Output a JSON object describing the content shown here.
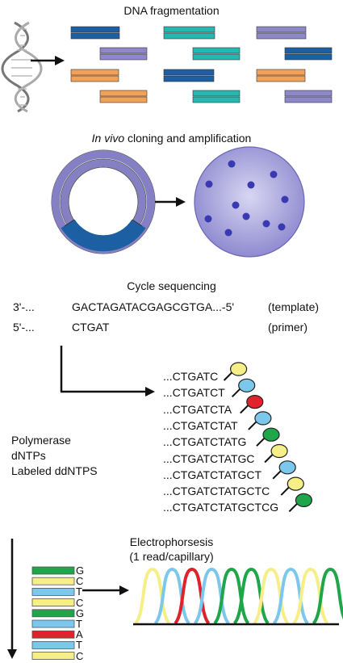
{
  "sections": {
    "fragmentation": {
      "title": "DNA fragmentation"
    },
    "cloning": {
      "title_italic": "In vivo",
      "title_rest": " cloning and amplification"
    },
    "cycle": {
      "title": "Cycle sequencing",
      "template": {
        "prefix": "3'-...",
        "seq": "GACTAGATACGAGCGTGA...-5'",
        "tag": "(template)"
      },
      "primer": {
        "prefix": "5'-...",
        "seq": "CTGAT",
        "tag": "(primer)"
      },
      "reagents": [
        "Polymerase",
        "dNTPs",
        "Labeled ddNTPS"
      ],
      "products": [
        {
          "seq": "...CTGATC",
          "dye": "yellow"
        },
        {
          "seq": "...CTGATCT",
          "dye": "blue"
        },
        {
          "seq": "...CTGATCTA",
          "dye": "red"
        },
        {
          "seq": "...CTGATCTAT",
          "dye": "blue"
        },
        {
          "seq": "...CTGATCTATG",
          "dye": "green"
        },
        {
          "seq": "...CTGATCTATGC",
          "dye": "yellow"
        },
        {
          "seq": "...CTGATCTATGCT",
          "dye": "blue"
        },
        {
          "seq": "...CTGATCTATGCTC",
          "dye": "yellow"
        },
        {
          "seq": "...CTGATCTATGCTCG",
          "dye": "green"
        }
      ]
    },
    "electro": {
      "title1": "Electrophorsesis",
      "title2": "(1 read/capillary)",
      "bands": [
        {
          "base": "G",
          "dye": "green"
        },
        {
          "base": "C",
          "dye": "yellow"
        },
        {
          "base": "T",
          "dye": "blue"
        },
        {
          "base": "C",
          "dye": "yellow"
        },
        {
          "base": "G",
          "dye": "green"
        },
        {
          "base": "T",
          "dye": "blue"
        },
        {
          "base": "A",
          "dye": "red"
        },
        {
          "base": "T",
          "dye": "blue"
        },
        {
          "base": "C",
          "dye": "yellow"
        }
      ],
      "peaks": [
        "yellow",
        "blue",
        "red",
        "blue",
        "green",
        "green",
        "yellow",
        "blue",
        "yellow",
        "green"
      ]
    }
  },
  "colors": {
    "yellow": "#f6ee86",
    "blue": "#7cc8ec",
    "red": "#e0222a",
    "green": "#1fa64a",
    "frag_blue": "#1d5fa3",
    "frag_teal": "#27b7b1",
    "frag_purple": "#8f88c8",
    "frag_orange": "#f0a25a",
    "plasmid": "#8580c4",
    "plasmid_dark": "#1d5fa3",
    "colony": "#a4a0d8",
    "dot": "#3a3ab0"
  }
}
